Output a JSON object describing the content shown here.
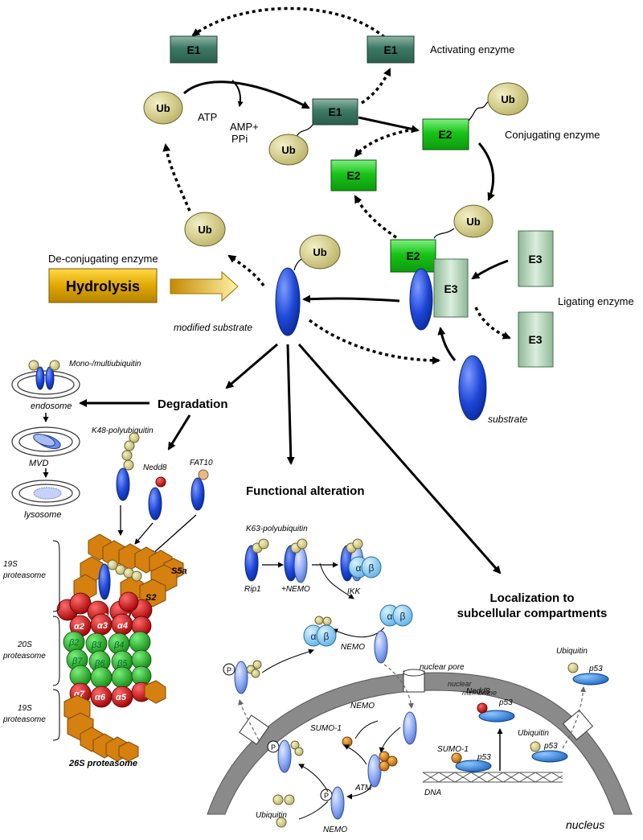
{
  "enzymes": {
    "e1": "E1",
    "e2": "E2",
    "e3": "E3",
    "activating": "Activating enzyme",
    "conjugating": "Conjugating enzyme",
    "ligating": "Ligating enzyme",
    "deconjugating": "De-conjugating enzyme",
    "hydrolysis": "Hydrolysis"
  },
  "molecules": {
    "ub": "Ub",
    "atp": "ATP",
    "amp": "AMP+",
    "ppi": "PPi",
    "modified_substrate": "modified substrate",
    "substrate": "substrate"
  },
  "degradation": {
    "title": "Degradation",
    "mono": "Mono-/multiubiquitin",
    "endosome": "endosome",
    "mvd": "MVD",
    "lysosome": "lysosome",
    "k48": "K48-polyubiquitin",
    "nedd8": "Nedd8",
    "fat10": "FAT10",
    "p19s_top": "19S proteasome",
    "p20s": "20S proteasome",
    "p19s_bottom": "19S proteasome",
    "proteasome26s": "26S proteasome",
    "subunits": [
      "S5a",
      "S2",
      "α2",
      "α3",
      "α4",
      "β2",
      "β3",
      "β4",
      "β7",
      "β6",
      "β5",
      "α7",
      "α6",
      "α5"
    ]
  },
  "functional": {
    "title": "Functional alteration",
    "k63": "K63-polyubiquitin",
    "rip1": "Rip1",
    "plus_nemo": "+NEMO",
    "ikk": "IKK",
    "alpha": "α",
    "beta": "β",
    "nemo": "NEMO",
    "p": "P"
  },
  "localization": {
    "title_line1": "Localization to",
    "title_line2": "subcellular compartments",
    "nuclear_pore": "nuclear pore",
    "membrane_1": "nuclear",
    "membrane_2": "membrane",
    "ubiquitin": "Ubiquitin",
    "p53": "p53",
    "nedd8": "Nedd8",
    "sumo1": "SUMO-1",
    "atm": "ATM",
    "dna": "DNA",
    "nucleus": "nucleus",
    "nemo": "NEMO"
  },
  "colors": {
    "e1": "#3d7a66",
    "e2": "#18c418",
    "e3": "#a8cdb0",
    "ub": "#d6d08a",
    "substrate": "#1f47d6",
    "hydrolysis": "#e0a800",
    "membrane": "#8a8a8a",
    "sumo": "#e07a10",
    "nedd8": "#dd1111",
    "alpha_subunit": "#cc1111",
    "beta_subunit": "#22aa22",
    "cap": "#d6800f"
  }
}
